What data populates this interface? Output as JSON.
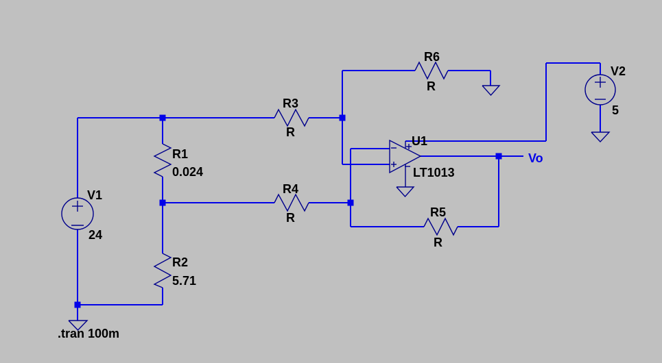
{
  "components": {
    "V1": {
      "label": "V1",
      "value": "24"
    },
    "V2": {
      "label": "V2",
      "value": "5"
    },
    "R1": {
      "label": "R1",
      "value": "0.024"
    },
    "R2": {
      "label": "R2",
      "value": "5.71"
    },
    "R3": {
      "label": "R3",
      "value": "R"
    },
    "R4": {
      "label": "R4",
      "value": "R"
    },
    "R5": {
      "label": "R5",
      "value": "R"
    },
    "R6": {
      "label": "R6",
      "value": "R"
    },
    "U1": {
      "label": "U1",
      "value": "LT1013"
    }
  },
  "net_labels": {
    "output": "Vo"
  },
  "spice_directive": ".tran 100m",
  "colors": {
    "background": "#C0C0C0",
    "wire": "#0202E8",
    "symbol": "#00008B",
    "label_text": "#000000",
    "net_label_text": "#0202E8"
  }
}
